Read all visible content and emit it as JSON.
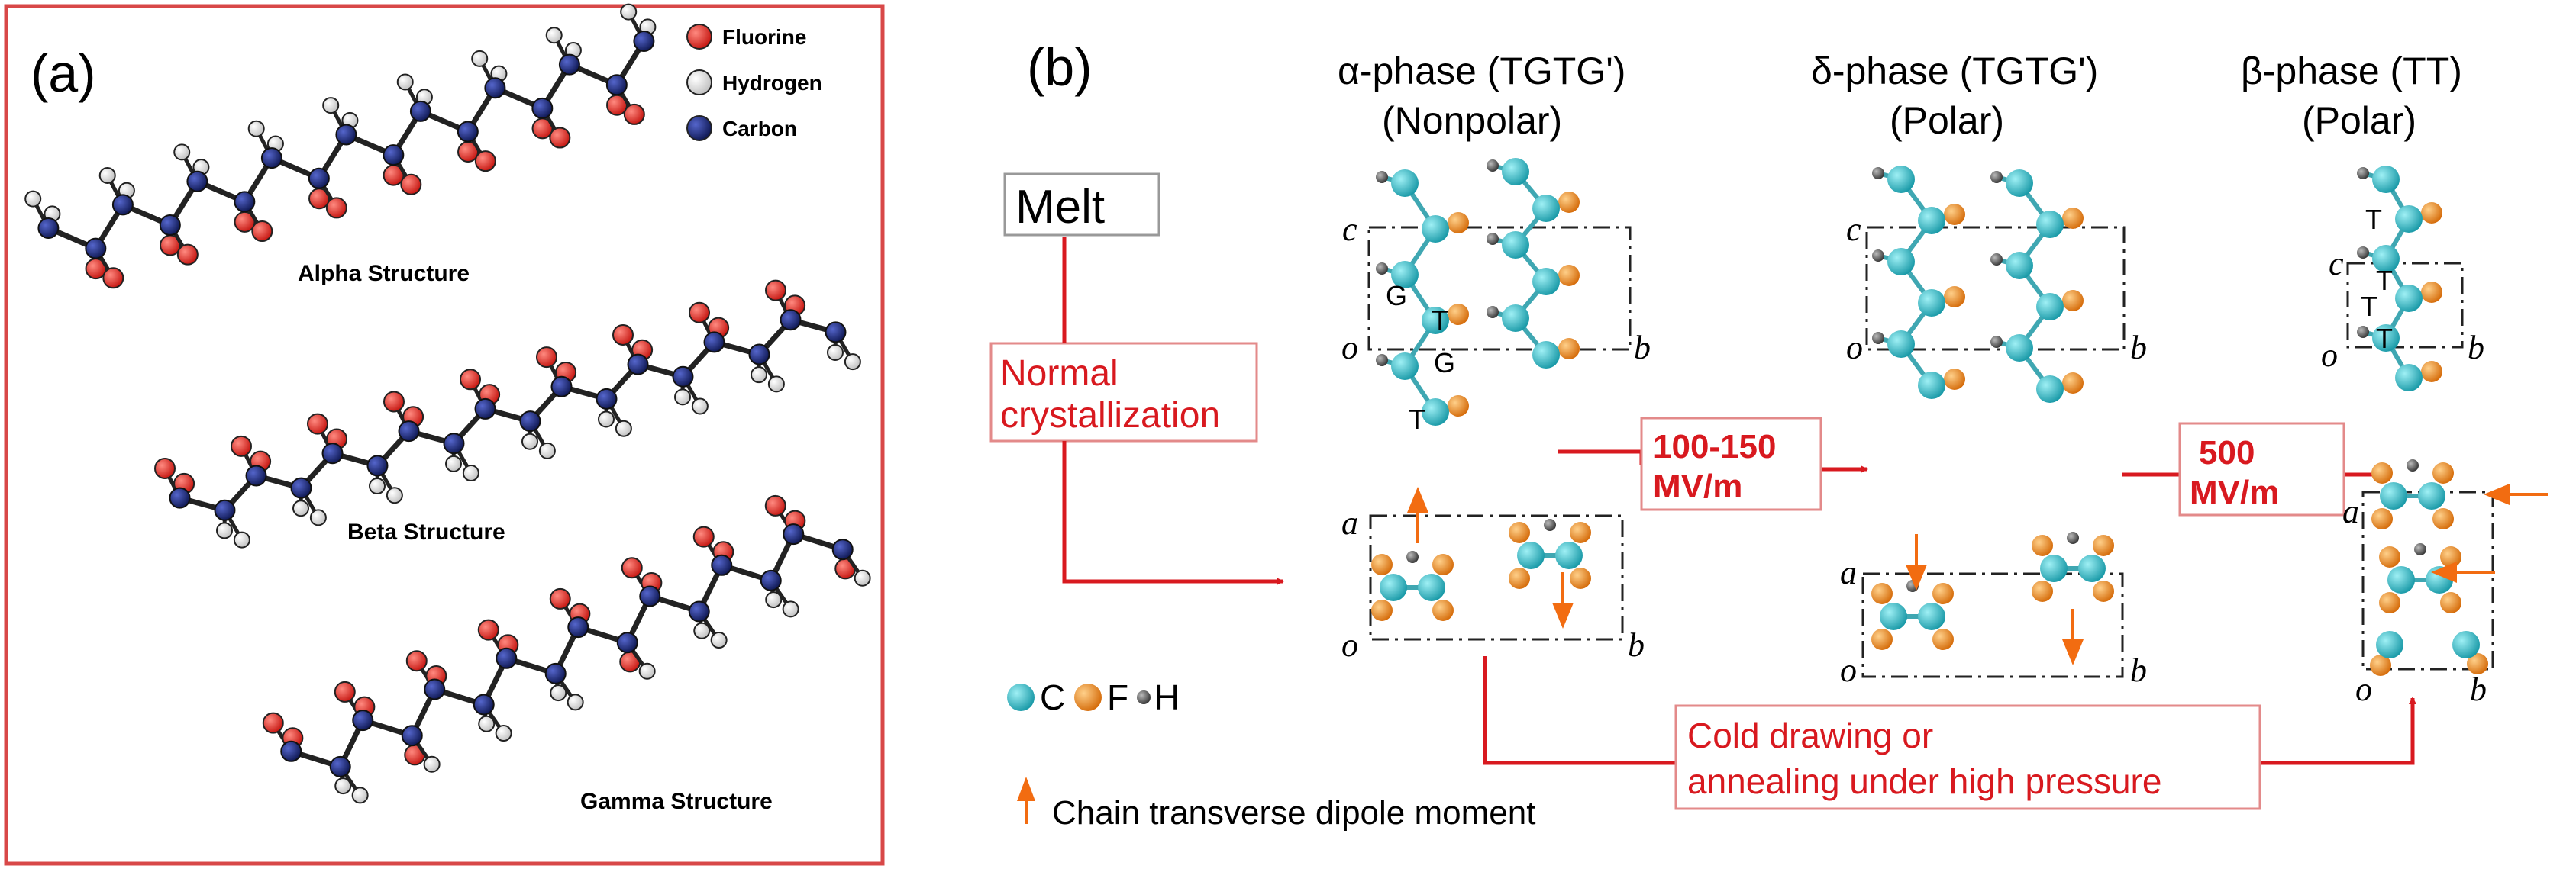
{
  "panel_a": {
    "label": "(a)",
    "legend": [
      {
        "name": "Fluorine",
        "color": "#e0241b"
      },
      {
        "name": "Hydrogen",
        "color": "#ffffff"
      },
      {
        "name": "Carbon",
        "color": "#1d2a7a"
      }
    ],
    "structures": [
      "Alpha Structure",
      "Beta Structure",
      "Gamma Structure"
    ]
  },
  "panel_b": {
    "label": "(b)",
    "melt": "Melt",
    "normal_crystallization": [
      "Normal",
      "crystallization"
    ],
    "phases": [
      {
        "title": "α-phase (TGTG')",
        "polarity": "(Nonpolar)"
      },
      {
        "title": "δ-phase  (TGTG')",
        "polarity": "(Polar)"
      },
      {
        "title": "β-phase (TT)",
        "polarity": "(Polar)"
      }
    ],
    "field1": [
      "100-150",
      "MV/m"
    ],
    "field2": [
      "500",
      "MV/m"
    ],
    "cold_drawing": [
      "Cold drawing or",
      "annealing under high pressure"
    ],
    "atom_legend": [
      {
        "symbol": "C",
        "color": "#2bb5c0"
      },
      {
        "symbol": "F",
        "color": "#e8821e"
      },
      {
        "symbol": "H",
        "color": "#555555"
      }
    ],
    "dipole_legend": "Chain transverse dipole moment",
    "axes": {
      "a": "a",
      "b": "b",
      "c": "c",
      "o": "o"
    },
    "conformation": {
      "T": "T",
      "G": "G"
    }
  }
}
